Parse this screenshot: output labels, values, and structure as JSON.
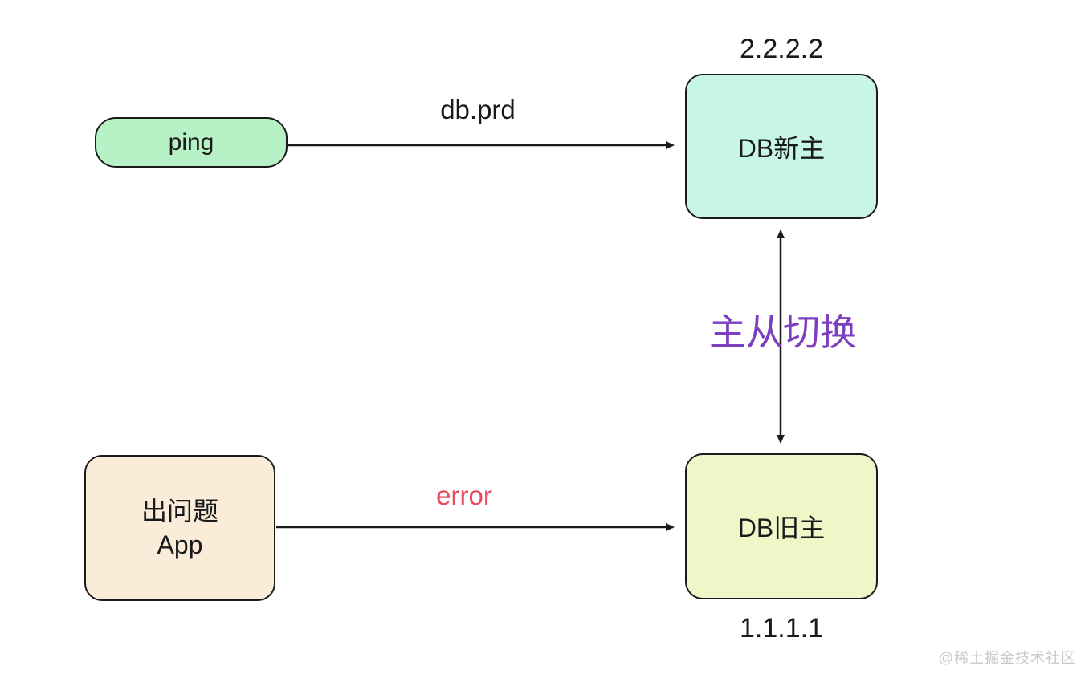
{
  "canvas": {
    "background": "#ffffff"
  },
  "nodes": {
    "ping": {
      "label": "ping",
      "fill": "#b7f2c6",
      "border": "#1a1a1a"
    },
    "db_new": {
      "label": "DB新主",
      "ip": "2.2.2.2",
      "fill": "#c7f6e8",
      "border": "#1a1a1a"
    },
    "db_old": {
      "label": "DB旧主",
      "ip": "1.1.1.1",
      "fill": "#f0f6c8",
      "border": "#1a1a1a"
    },
    "app": {
      "label_line1": "出问题",
      "label_line2": "App",
      "fill": "#faecd9",
      "border": "#1a1a1a"
    }
  },
  "edges": {
    "ping_to_db_new": {
      "label": "db.prd",
      "label_color": "#1a1a1a",
      "direction": "right",
      "stroke": "#1a1a1a"
    },
    "app_to_db_old": {
      "label": "error",
      "label_color": "#ea4a5e",
      "direction": "right",
      "stroke": "#1a1a1a"
    },
    "db_new_to_db_old": {
      "label": "主从切换",
      "label_color": "#7d3fc0",
      "direction": "bidirectional",
      "stroke": "#1a1a1a"
    }
  },
  "watermark": {
    "text": "@稀土掘金技术社区",
    "color": "#c9c9c9"
  }
}
